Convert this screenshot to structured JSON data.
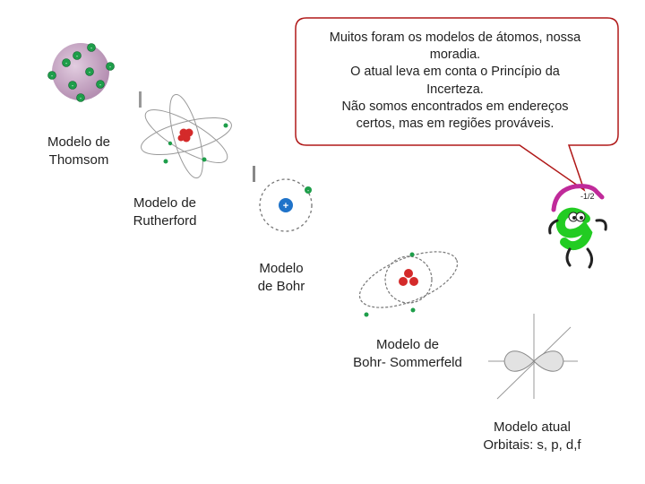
{
  "callout": {
    "lines": [
      "Muitos foram os modelos de átomos, nossa",
      "moradia.",
      "O atual leva em conta o Princípio da",
      "Incerteza.",
      "Não somos encontrados em  endereços",
      "certos, mas em  regiões prováveis."
    ]
  },
  "models": {
    "thomson": {
      "line1": "Modelo  de",
      "line2": "Thomsom"
    },
    "rutherford": {
      "line1": "Modelo de",
      "line2": "Rutherford"
    },
    "bohr": {
      "line1": "Modelo",
      "line2": "de Bohr"
    },
    "sommerfeld": {
      "line1": "Modelo de",
      "line2": "Bohr- Sommerfeld"
    },
    "atual": {
      "line1": "Modelo atual",
      "line2": "Orbitais: s, p, d,f"
    }
  },
  "character": {
    "hat_label": "-1/2"
  },
  "colors": {
    "electron_green": "#1e9e4a",
    "nucleus_red": "#d42a2a",
    "thomson_sphere": "#c9a9c6",
    "bohr_blue": "#1f73c9",
    "character_green": "#22cc22",
    "hat_magenta": "#c02a9a",
    "bubble_border": "#b01818"
  }
}
